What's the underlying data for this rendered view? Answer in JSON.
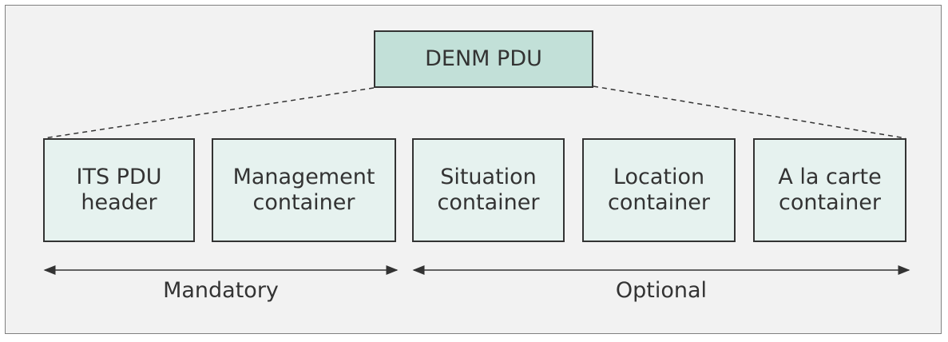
{
  "root": {
    "label": "DENM PDU"
  },
  "containers": [
    {
      "label": "ITS PDU\nheader"
    },
    {
      "label": "Management\ncontainer"
    },
    {
      "label": "Situation\ncontainer"
    },
    {
      "label": "Location\ncontainer"
    },
    {
      "label": "A la carte\ncontainer"
    }
  ],
  "groups": {
    "mandatory": "Mandatory",
    "optional": "Optional"
  },
  "colors": {
    "root_fill": "#c2e0d8",
    "box_fill": "#e6f2ef",
    "background": "#f2f2f2",
    "stroke": "#333333"
  }
}
